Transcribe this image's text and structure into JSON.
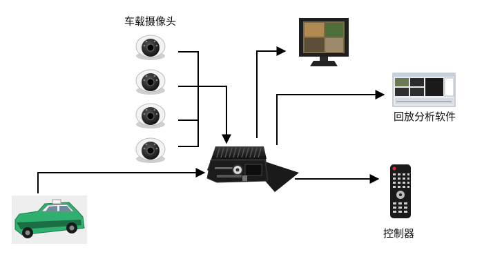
{
  "labels": {
    "cameras": "车载摄像头",
    "playback_software": "回放分析软件",
    "controller": "控制器"
  },
  "colors": {
    "line": "#000000",
    "camera_body": "#f2f2f2",
    "camera_dome": "#2b2b2b",
    "dvr_body": "#1e1e1e",
    "taxi_green": "#2fb06e",
    "taxi_white": "#f4f4f4",
    "monitor_frame": "#222222",
    "remote_body": "#1a1a1a",
    "remote_power": "#d92b2b"
  },
  "icons": {
    "camera": "dome-camera-icon",
    "dvr": "mobile-dvr-icon",
    "taxi": "taxi-icon",
    "monitor": "monitor-icon",
    "software": "software-screenshot-icon",
    "remote": "remote-control-icon"
  }
}
